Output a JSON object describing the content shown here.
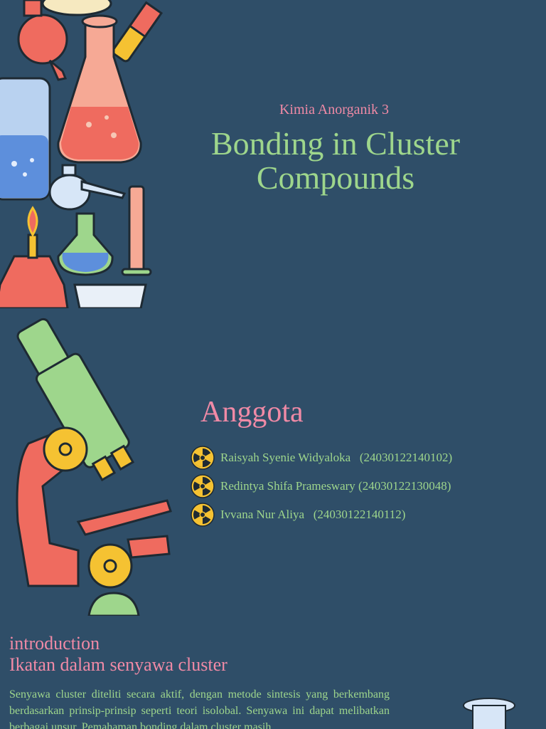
{
  "title_slide": {
    "subtitle": "Kimia Anorganik 3",
    "title_line1": "Bonding in Cluster",
    "title_line2": "Compounds"
  },
  "members_slide": {
    "heading": "Anggota",
    "members": [
      {
        "name": "Raisyah Syenie Widyaloka   (24030122140102)"
      },
      {
        "name": "Redintya Shifa Prameswary (24030122130048)"
      },
      {
        "name": "Ivvana Nur Aliya   (24030122140112)"
      }
    ],
    "member_icon": "radiation-icon"
  },
  "intro_slide": {
    "heading1": "introduction",
    "heading2": "Ikatan dalam senyawa cluster",
    "paragraph": "Senyawa cluster diteliti secara aktif, dengan metode sintesis yang berkembang berdasarkan prinsip-prinsip seperti teori isolobal. Senyawa ini dapat melibatkan berbagai unsur. Pemahaman bonding dalam cluster masih"
  },
  "colors": {
    "background": "#2f4e68",
    "pink": "#f08aa6",
    "green": "#9ed68c",
    "yellow": "#f5c232"
  }
}
